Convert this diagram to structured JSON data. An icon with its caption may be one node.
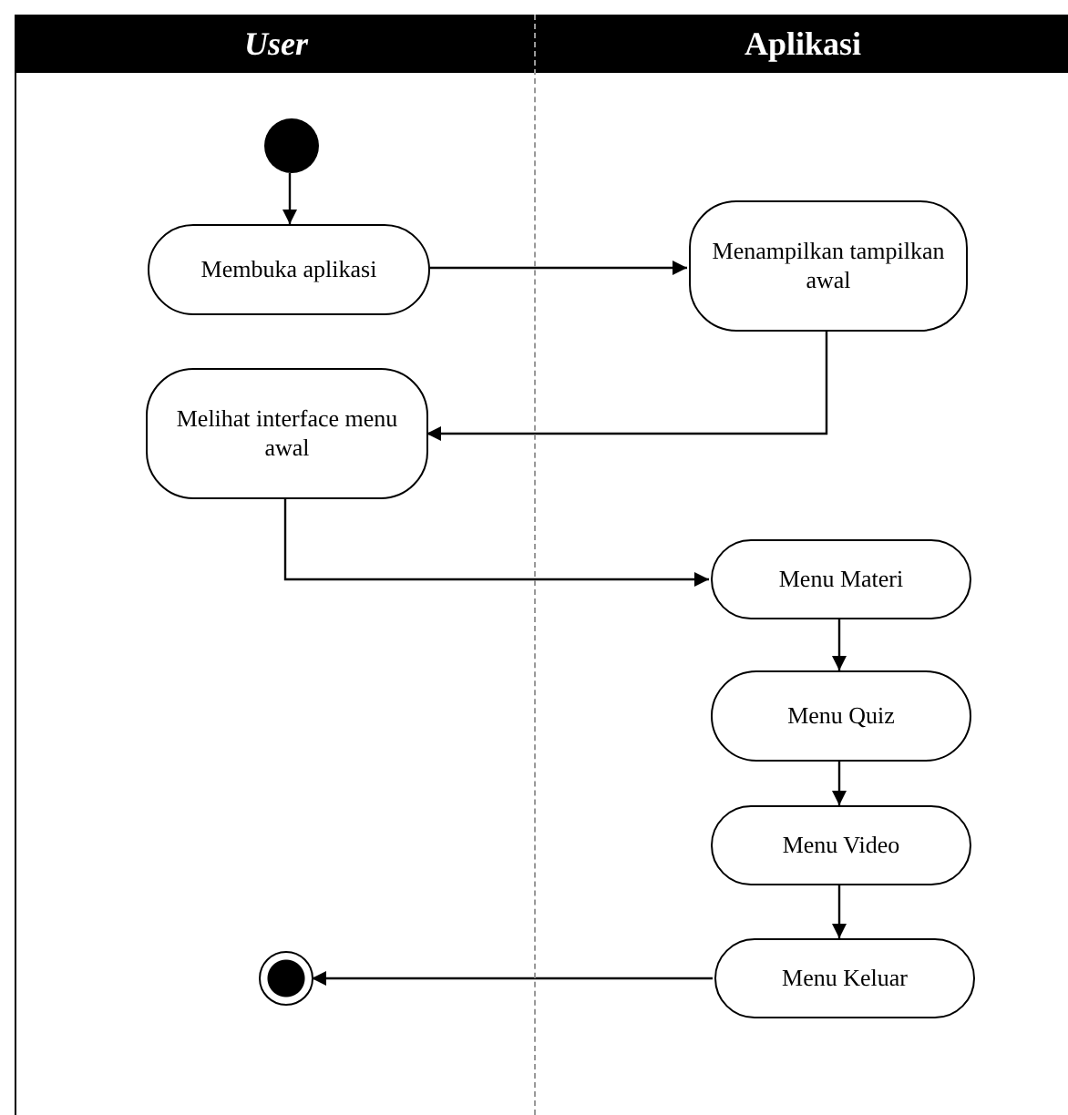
{
  "diagram": {
    "nodes": [
      {
        "text": [
          "User"
        ]
      },
      {
        "text": [
          "Aplikasi"
        ]
      },
      {
        "text": [],
        "shape": "circle",
        "in": 0
      },
      {
        "text": [
          "Membuka aplikasi"
        ],
        "in": 0
      },
      {
        "text": [
          "Menampilkan tampilkan awal"
        ],
        "in": 1
      },
      {
        "text": [
          "Melihat interface menu awal"
        ],
        "in": 0
      },
      {
        "text": [
          "Menu Materi"
        ],
        "in": 1
      },
      {
        "text": [
          "Menu Quiz"
        ],
        "in": 1
      },
      {
        "text": [
          "Menu Video"
        ],
        "in": 1
      },
      {
        "text": [
          "Menu Keluar"
        ],
        "in": 1
      },
      {
        "text": [],
        "shape": "circle",
        "in": 0
      }
    ],
    "edges": [
      {
        "from": 2,
        "to": 3,
        "arrow": "to"
      },
      {
        "from": 3,
        "to": 4,
        "arrow": "to"
      },
      {
        "from": 4,
        "to": 5,
        "arrow": "to"
      },
      {
        "from": 5,
        "to": 6,
        "arrow": "to"
      },
      {
        "from": 6,
        "to": 7,
        "arrow": "to"
      },
      {
        "from": 7,
        "to": 8,
        "arrow": "to"
      },
      {
        "from": 8,
        "to": 9,
        "arrow": "to"
      },
      {
        "from": 9,
        "to": 10,
        "arrow": "to"
      }
    ]
  }
}
